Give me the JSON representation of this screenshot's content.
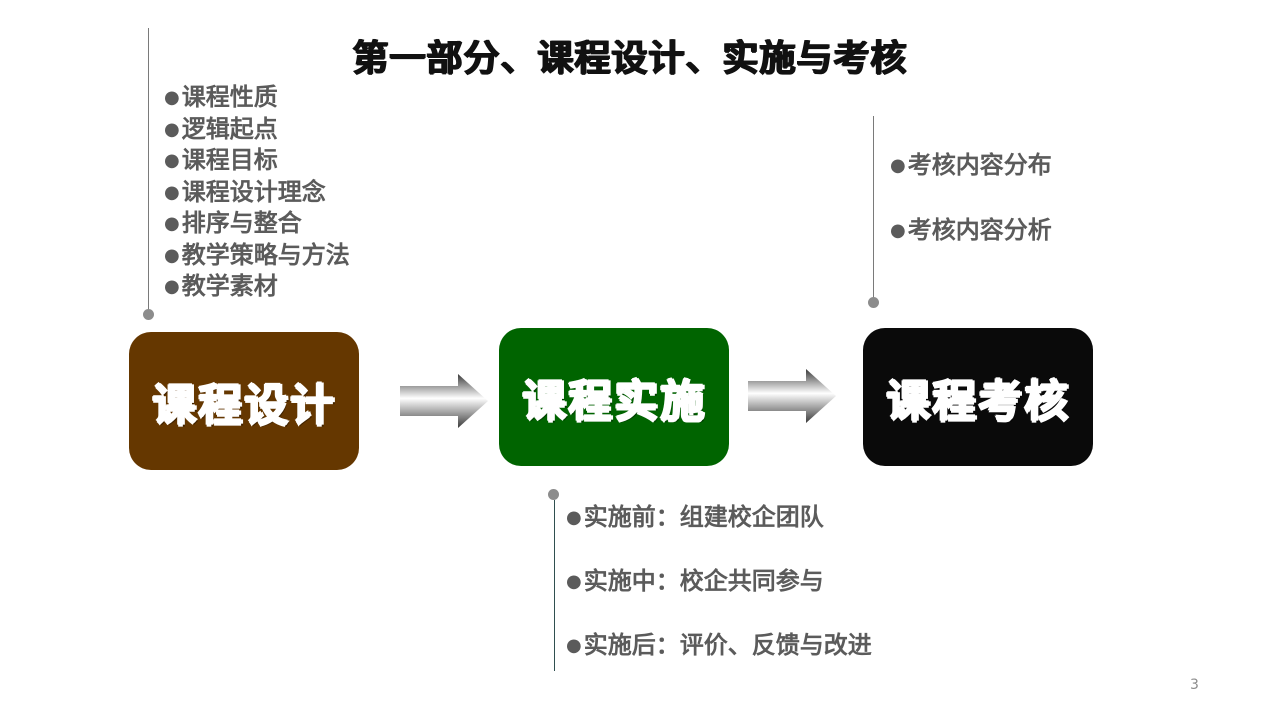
{
  "slide": {
    "title": "第一部分、课程设计、实施与考核",
    "page_number": "3"
  },
  "design": {
    "box_label": "课程设计",
    "box_color": "#653700",
    "bullet": "●",
    "items": [
      "课程性质",
      "逻辑起点",
      "课程目标",
      "课程设计理念",
      "排序与整合",
      "教学策略与方法",
      "教学素材"
    ]
  },
  "implementation": {
    "box_label": "课程实施",
    "box_color": "#006400",
    "bullet": "●",
    "items": [
      "实施前：组建校企团队",
      "实施中：校企共同参与",
      "实施后：评价、反馈与改进"
    ]
  },
  "assessment": {
    "box_label": "课程考核",
    "box_color": "#0a0a0a",
    "bullet": "●",
    "items": [
      "考核内容分布",
      "考核内容分析"
    ]
  },
  "icons": [
    "arrow-right-icon",
    "arrow-right-icon"
  ]
}
